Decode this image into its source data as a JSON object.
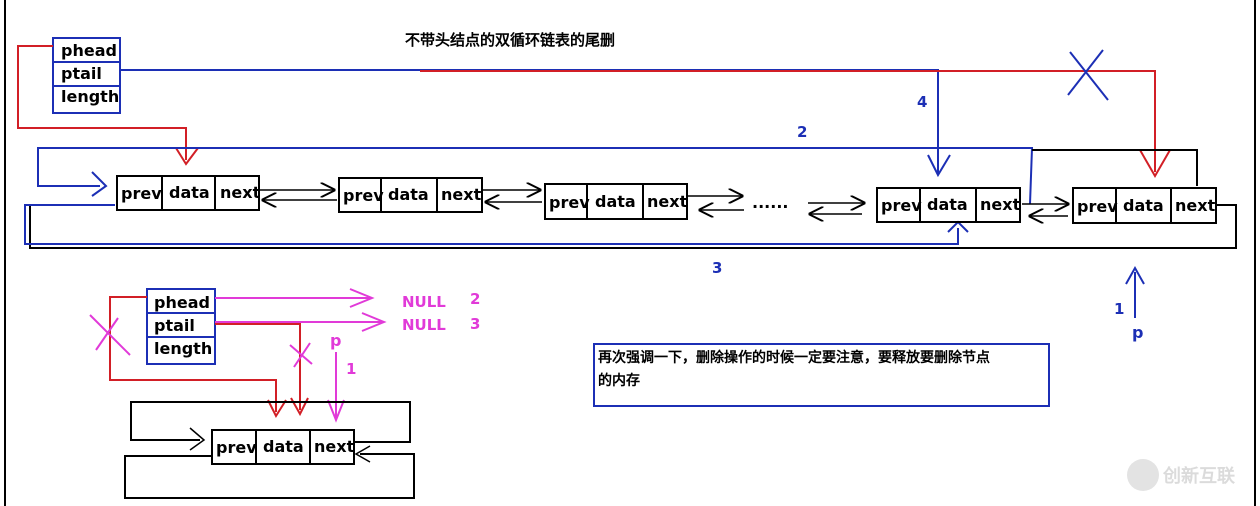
{
  "title": "不带头结点的双循环链表的尾删",
  "struct_fields": [
    "phead",
    "ptail",
    "length"
  ],
  "node_fields": [
    "prev",
    "data",
    "next"
  ],
  "ellipsis": "......",
  "annotations": {
    "step1": "1",
    "step2": "2",
    "step3": "3",
    "step4": "4",
    "p": "p",
    "null": "NULL"
  },
  "note": {
    "line1": "再次强调一下，删除操作的时候一定要注意，要释放要删除节点",
    "line2": "的内存"
  },
  "watermark": "创新互联",
  "colors": {
    "black": "#000000",
    "blue": "#1c2fb5",
    "red": "#d21f26",
    "magenta": "#e13ad8"
  }
}
